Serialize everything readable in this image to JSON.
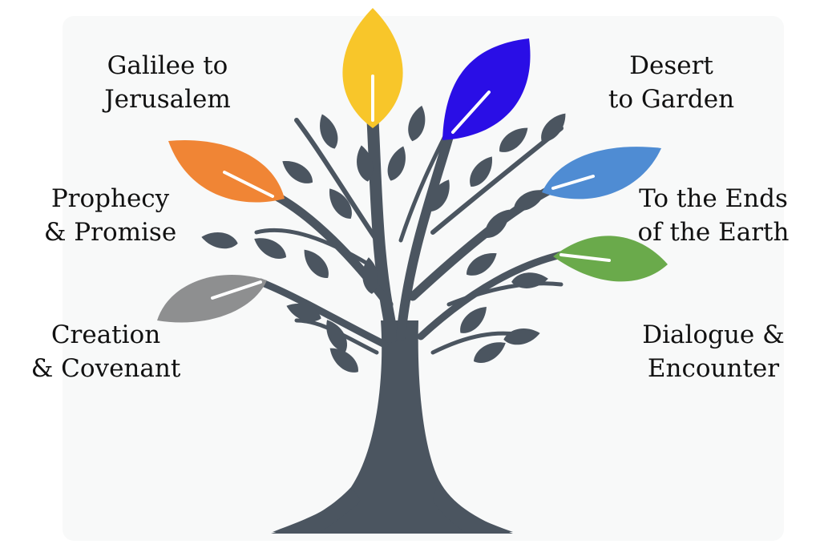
{
  "branches": [
    {
      "id": "galilee",
      "line1": "Galilee to",
      "line2": "Jerusalem",
      "color": "#f8c62a"
    },
    {
      "id": "desert",
      "line1": "Desert",
      "line2": "to Garden",
      "color": "#2a0ee6"
    },
    {
      "id": "prophecy",
      "line1": "Prophecy",
      "line2": "& Promise",
      "color": "#f08535"
    },
    {
      "id": "ends",
      "line1": "To the Ends",
      "line2": "of the Earth",
      "color": "#4f8cd3"
    },
    {
      "id": "creation",
      "line1": "Creation",
      "line2": "& Covenant",
      "color": "#8e8f90"
    },
    {
      "id": "dialogue",
      "line1": "Dialogue &",
      "line2": "Encounter",
      "color": "#6aaa4b"
    }
  ],
  "tree_color": "#4b5560"
}
